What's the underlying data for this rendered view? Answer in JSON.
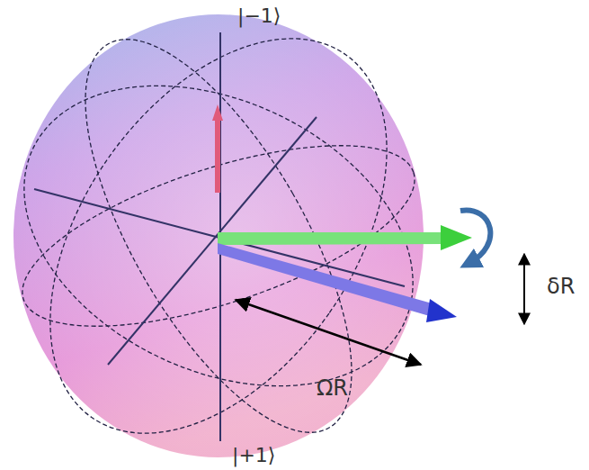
{
  "diagram": {
    "labels": [
      "|−1⟩",
      "|+1⟩",
      "δR",
      "ΩR"
    ]
  }
}
